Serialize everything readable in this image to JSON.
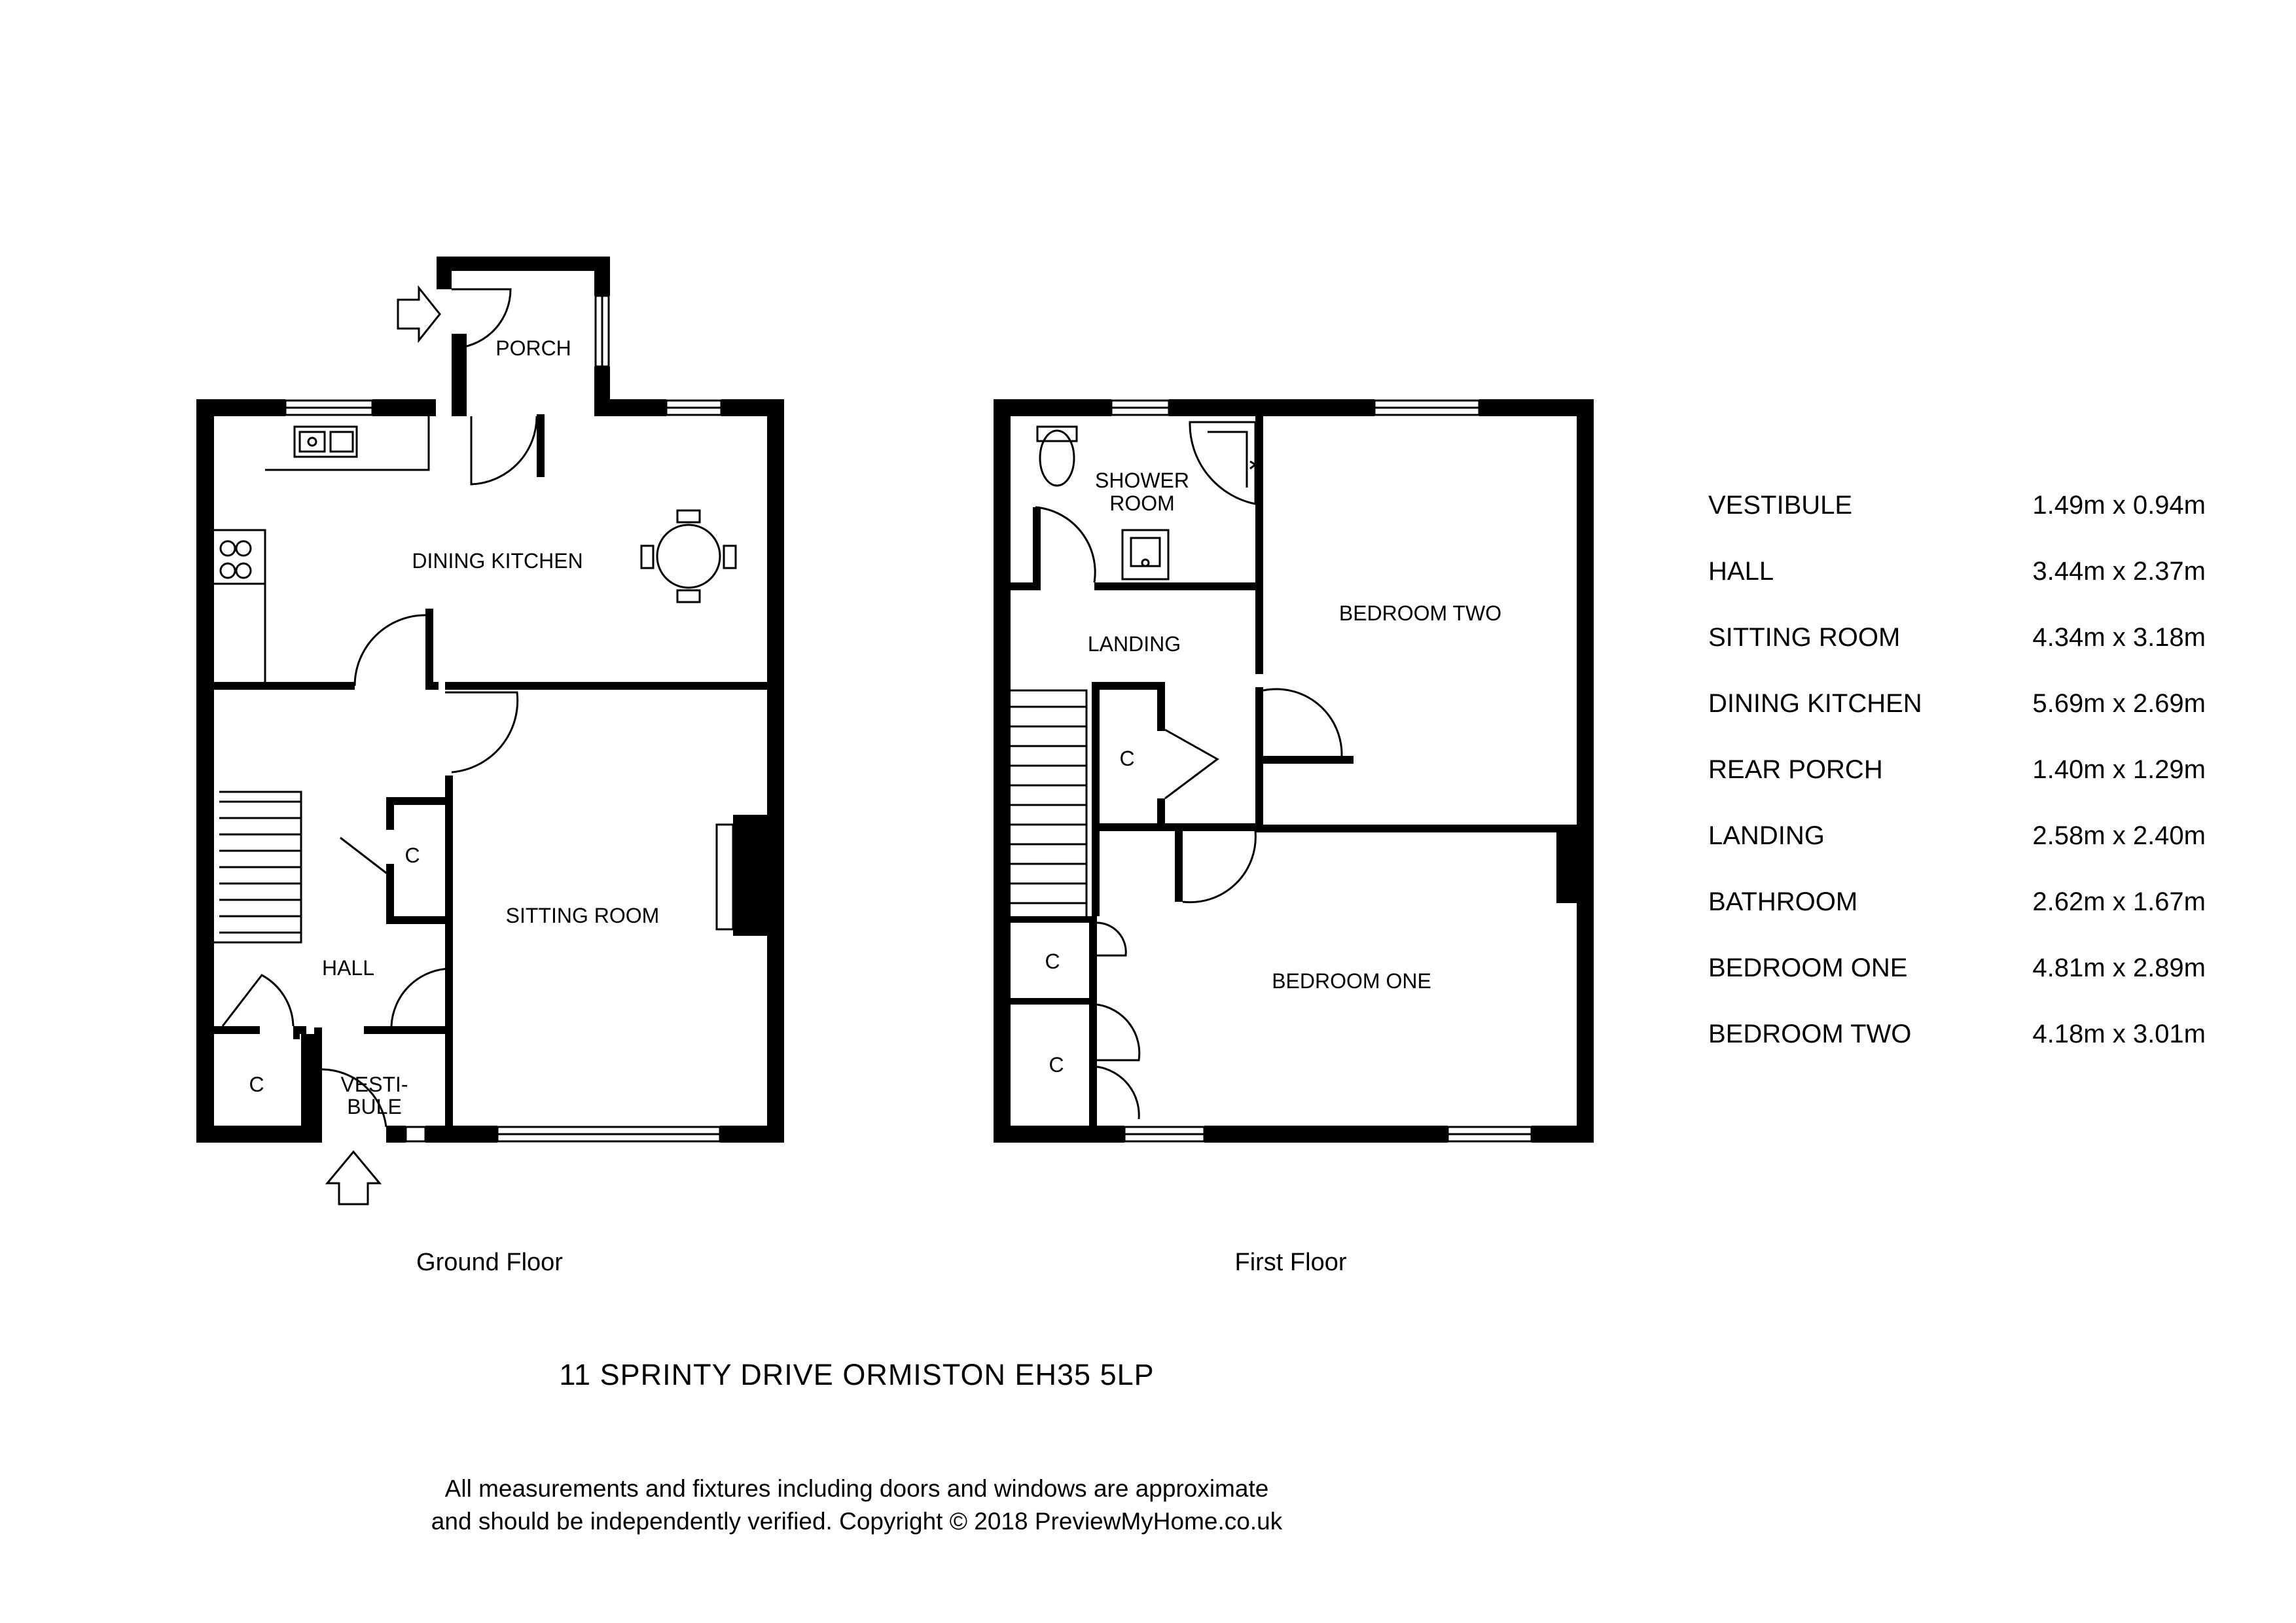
{
  "ground_floor": {
    "caption": "Ground Floor",
    "rooms": {
      "porch": "PORCH",
      "dining_kitchen": "DINING KITCHEN",
      "sitting_room": "SITTING ROOM",
      "hall": "HALL",
      "vestibule_1": "VESTI-",
      "vestibule_2": "BULE",
      "cupboard_1": "C",
      "cupboard_2": "C"
    }
  },
  "first_floor": {
    "caption": "First Floor",
    "rooms": {
      "shower_1": "SHOWER",
      "shower_2": "ROOM",
      "landing": "LANDING",
      "bedroom_two": "BEDROOM TWO",
      "bedroom_one": "BEDROOM ONE",
      "cupboard_1": "C",
      "cupboard_2": "C",
      "cupboard_3": "C"
    }
  },
  "schedule": [
    {
      "name": "VESTIBULE",
      "dims": "1.49m x 0.94m"
    },
    {
      "name": "HALL",
      "dims": "3.44m x 2.37m"
    },
    {
      "name": "SITTING ROOM",
      "dims": "4.34m x 3.18m"
    },
    {
      "name": "DINING KITCHEN",
      "dims": "5.69m x 2.69m"
    },
    {
      "name": "REAR PORCH",
      "dims": "1.40m x 1.29m"
    },
    {
      "name": "LANDING",
      "dims": "2.58m x 2.40m"
    },
    {
      "name": "BATHROOM",
      "dims": "2.62m x 1.67m"
    },
    {
      "name": "BEDROOM ONE",
      "dims": "4.81m x 2.89m"
    },
    {
      "name": "BEDROOM TWO",
      "dims": "4.18m x 3.01m"
    }
  ],
  "address": "11 SPRINTY DRIVE ORMISTON EH35 5LP",
  "disclaimer": {
    "line1": "All measurements and fixtures including doors and windows are approximate",
    "line2": "and should be independently verified. Copyright © 2018 PreviewMyHome.co.uk"
  }
}
